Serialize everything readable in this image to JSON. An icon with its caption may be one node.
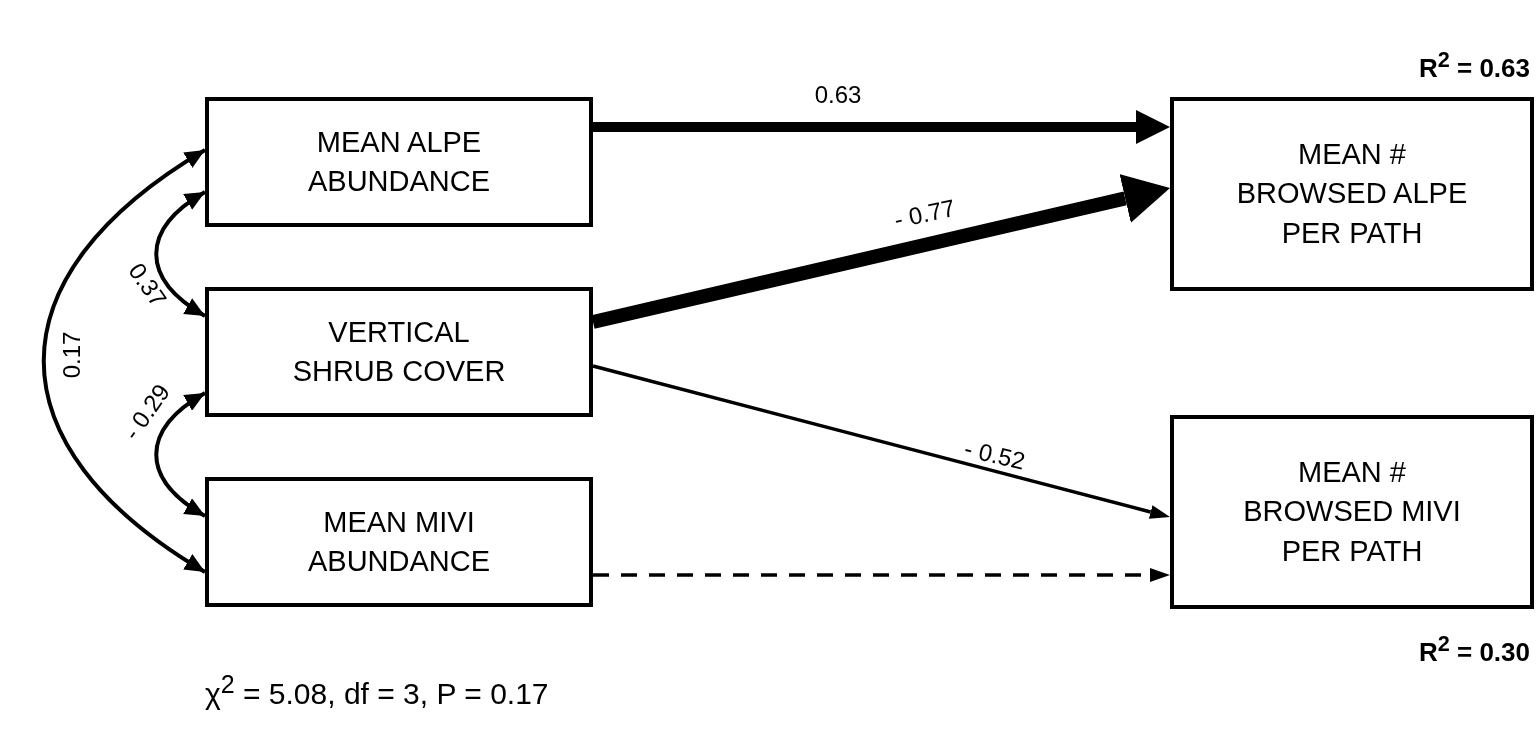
{
  "diagram": {
    "nodes": [
      {
        "text": [
          "MEAN ALPE ABUNDANCE"
        ]
      },
      {
        "text": [
          "VERTICAL SHRUB COVER"
        ]
      },
      {
        "text": [
          "MEAN MIVI ABUNDANCE"
        ]
      },
      {
        "text": [
          "MEAN # BROWSED ALPE PER PATH"
        ],
        "beside": [
          "R$^{2}$ = 0.63"
        ]
      },
      {
        "text": [
          "MEAN # BROWSED MIVI PER PATH"
        ],
        "beside": [
          "R$^{2}$ = 0.30"
        ]
      }
    ],
    "edges": [
      {
        "from": 0,
        "to": 3,
        "arrow": "to",
        "label": "0.63",
        "style": "thick"
      },
      {
        "from": 1,
        "to": 3,
        "arrow": "to",
        "label": "- 0.77",
        "style": "thick"
      },
      {
        "from": 1,
        "to": 4,
        "arrow": "to",
        "label": "- 0.52"
      },
      {
        "from": 2,
        "to": 4,
        "arrow": "to",
        "style": "dashed"
      },
      {
        "from": 0,
        "to": 1,
        "arrow": "both",
        "label": "0.37"
      },
      {
        "from": 1,
        "to": 2,
        "arrow": "both",
        "label": "- 0.29"
      },
      {
        "from": 0,
        "to": 2,
        "arrow": "both",
        "label": "0.17"
      }
    ],
    "labels": [
      "χ$^{2}$ = 5.08, df = 3, P = 0.17"
    ]
  }
}
